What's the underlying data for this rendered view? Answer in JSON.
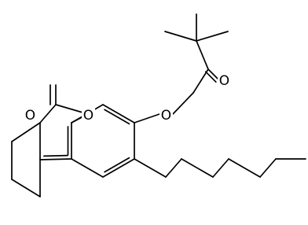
{
  "molecule": {
    "atoms": {
      "carbonyl_o": "O",
      "ring_o": "O",
      "ether_o": "O",
      "ketone_o": "O"
    }
  },
  "colors": {
    "background": "#ffffff",
    "bond": "#000000",
    "label": "#000000"
  }
}
